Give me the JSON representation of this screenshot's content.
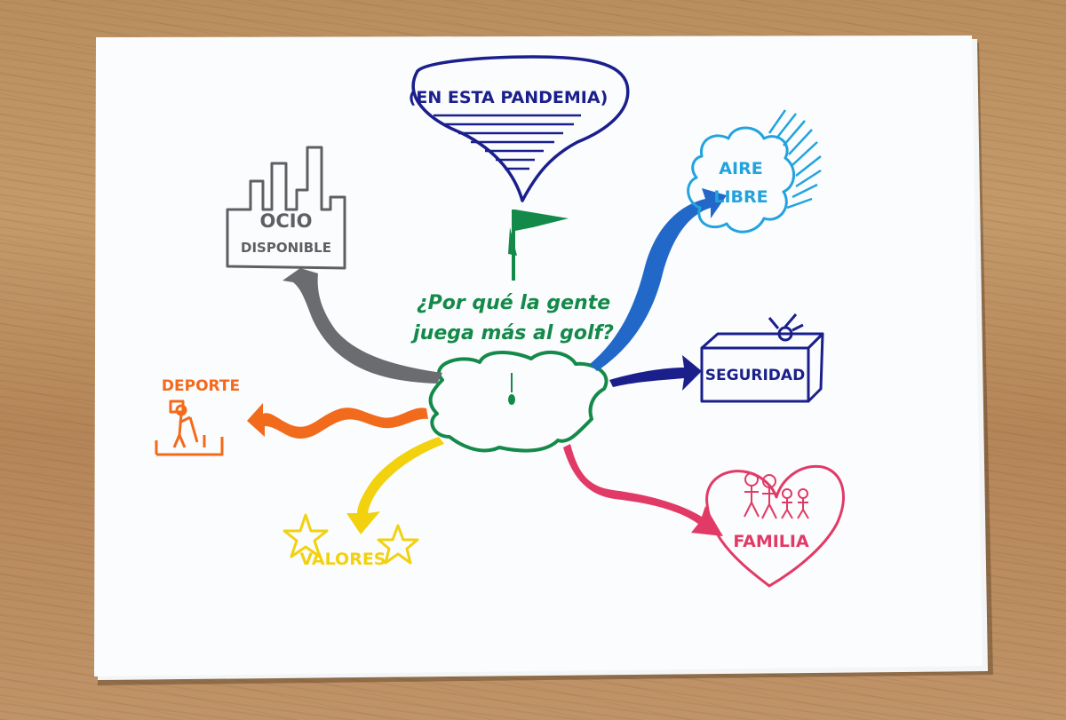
{
  "title": {
    "line1": "¿Por qué la gente",
    "line2": "juega más al golf?"
  },
  "bubble_text": "(EN ESTA PANDEMIA)",
  "branches": [
    {
      "id": "ocio",
      "line1": "OCIO",
      "line2": "DISPONIBLE",
      "color": "#5f5f63"
    },
    {
      "id": "aire",
      "line1": "AIRE",
      "line2": "LIBRE",
      "color": "#22a3de"
    },
    {
      "id": "seguridad",
      "label": "SEGURIDAD",
      "color": "#1a1f8c"
    },
    {
      "id": "familia",
      "label": "FAMILIA",
      "color": "#e23a66"
    },
    {
      "id": "valores",
      "label": "VALORES",
      "color": "#f2d10f"
    },
    {
      "id": "deporte",
      "label": "DEPORTE",
      "color": "#f26a1b"
    }
  ],
  "colors": {
    "center": "#148a4a",
    "bubble": "#1a1f8c",
    "paper": "#fbfcfe"
  },
  "icons": [
    "factory-icon",
    "cloud-icon",
    "safe-icon",
    "heart-icon",
    "star-icon",
    "golfer-icon",
    "flag-icon"
  ]
}
